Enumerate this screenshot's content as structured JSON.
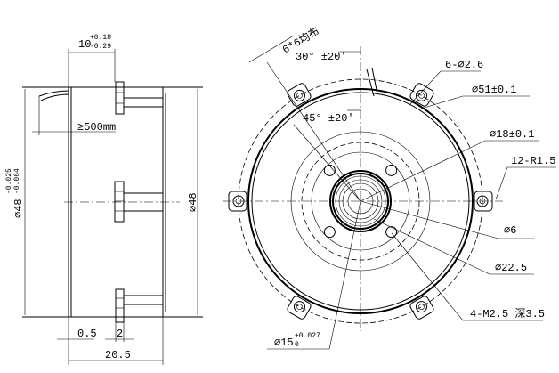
{
  "side_view": {
    "width_dim": {
      "base": "10",
      "upper": "+0.18",
      "lower": "-0.29"
    },
    "lead_length": "≥500mm",
    "outer_dia": {
      "base": "⌀48",
      "upper": "-0.025",
      "lower": "-0.064"
    },
    "dia_right": "⌀48",
    "thickness": "0.5",
    "tab": "2",
    "total_length": "20.5"
  },
  "front_view": {
    "pattern": "6*6均布",
    "angle_30": "30° ±20'",
    "angle_45": "45° ±20'",
    "holes": "6-⌀2.6",
    "pcd_51": "⌀51±0.1",
    "dia_18": "⌀18±0.1",
    "radius": "12-R1.5",
    "dia_6": "⌀6",
    "dia_22": "⌀22.5",
    "threads": "4-M2.5 深3.5",
    "bore": {
      "base": "⌀15",
      "upper": "+0.027",
      "lower": "0"
    }
  }
}
